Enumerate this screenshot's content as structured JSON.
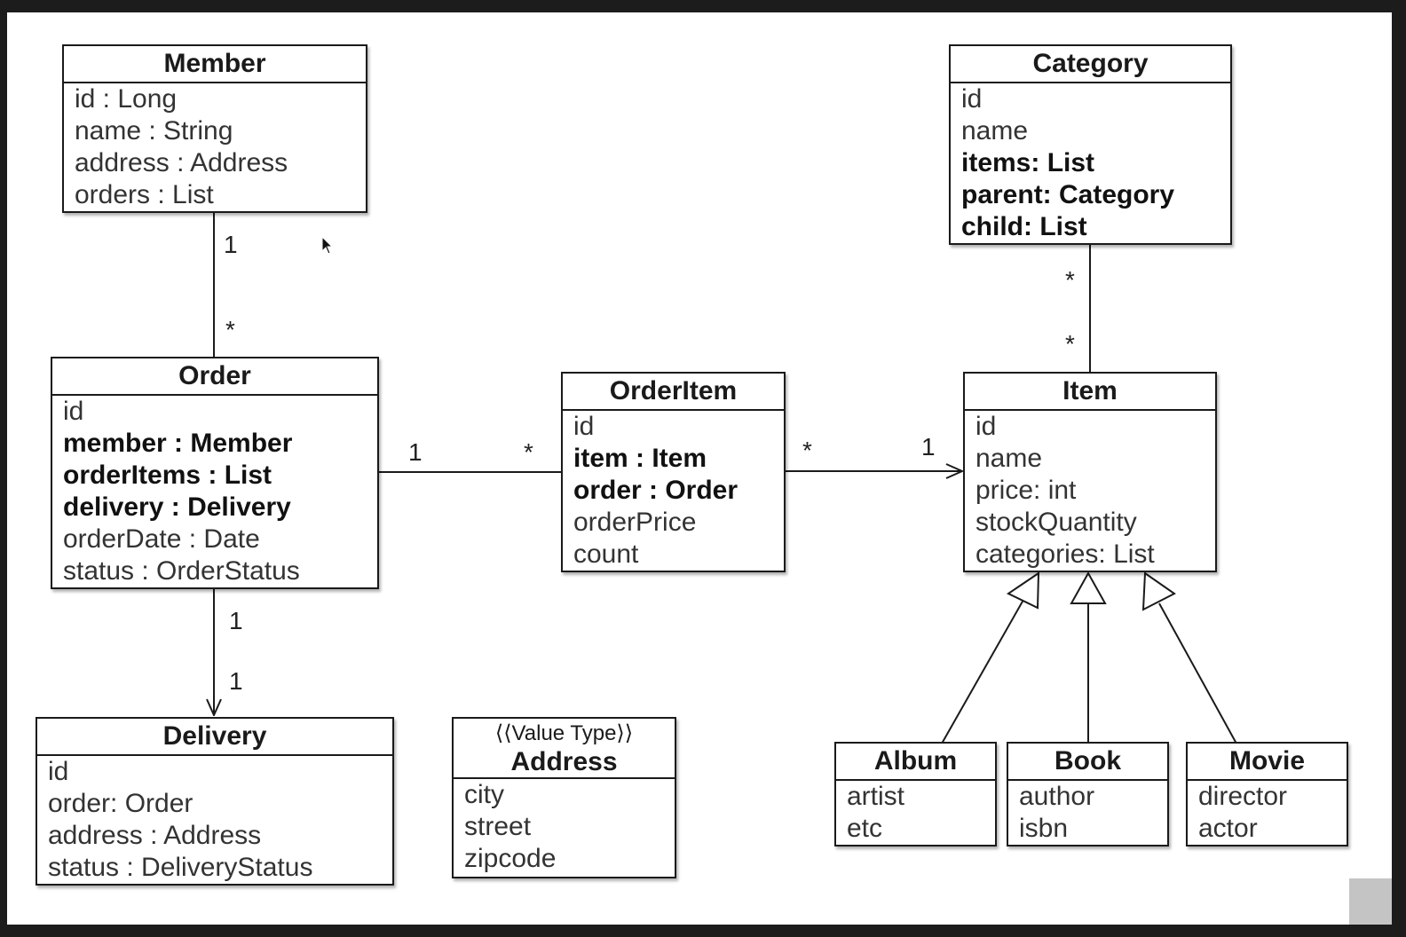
{
  "classes": {
    "member": {
      "name": "Member",
      "attrs": [
        {
          "text": "id : Long",
          "bold": false
        },
        {
          "text": "name : String",
          "bold": false
        },
        {
          "text": "address : Address",
          "bold": false
        },
        {
          "text": "orders : List",
          "bold": false
        }
      ]
    },
    "order": {
      "name": "Order",
      "attrs": [
        {
          "text": "id",
          "bold": false
        },
        {
          "text": "member : Member",
          "bold": true
        },
        {
          "text": "orderItems : List",
          "bold": true
        },
        {
          "text": "delivery : Delivery",
          "bold": true
        },
        {
          "text": "orderDate : Date",
          "bold": false
        },
        {
          "text": "status : OrderStatus",
          "bold": false
        }
      ]
    },
    "delivery": {
      "name": "Delivery",
      "attrs": [
        {
          "text": "id",
          "bold": false
        },
        {
          "text": "order: Order",
          "bold": false
        },
        {
          "text": "address : Address",
          "bold": false
        },
        {
          "text": "status : DeliveryStatus",
          "bold": false
        }
      ]
    },
    "address": {
      "stereotype": "⟨⟨Value Type⟩⟩",
      "name": "Address",
      "attrs": [
        {
          "text": "city",
          "bold": false
        },
        {
          "text": "street",
          "bold": false
        },
        {
          "text": "zipcode",
          "bold": false
        }
      ]
    },
    "orderitem": {
      "name": "OrderItem",
      "attrs": [
        {
          "text": "id",
          "bold": false
        },
        {
          "text": "item : Item",
          "bold": true
        },
        {
          "text": "order : Order",
          "bold": true
        },
        {
          "text": "orderPrice",
          "bold": false
        },
        {
          "text": "count",
          "bold": false
        }
      ]
    },
    "category": {
      "name": "Category",
      "attrs": [
        {
          "text": "id",
          "bold": false
        },
        {
          "text": "name",
          "bold": false
        },
        {
          "text": "items: List",
          "bold": true
        },
        {
          "text": "parent: Category",
          "bold": true
        },
        {
          "text": "child: List",
          "bold": true
        }
      ]
    },
    "item": {
      "name": "Item",
      "attrs": [
        {
          "text": "id",
          "bold": false
        },
        {
          "text": "name",
          "bold": false
        },
        {
          "text": "price: int",
          "bold": false
        },
        {
          "text": "stockQuantity",
          "bold": false
        },
        {
          "text": "categories: List",
          "bold": false
        }
      ]
    },
    "album": {
      "name": "Album",
      "attrs": [
        {
          "text": "artist",
          "bold": false
        },
        {
          "text": "etc",
          "bold": false
        }
      ]
    },
    "book": {
      "name": "Book",
      "attrs": [
        {
          "text": "author",
          "bold": false
        },
        {
          "text": "isbn",
          "bold": false
        }
      ]
    },
    "movie": {
      "name": "Movie",
      "attrs": [
        {
          "text": "director",
          "bold": false
        },
        {
          "text": "actor",
          "bold": false
        }
      ]
    }
  },
  "multiplicities": {
    "member_order_member": "1",
    "member_order_order": "*",
    "order_orderitem_order": "1",
    "order_orderitem_orderitem": "*",
    "orderitem_item_orderitem": "*",
    "orderitem_item_item": "1",
    "order_delivery_order": "1",
    "order_delivery_delivery": "1",
    "category_item_category": "*",
    "category_item_item": "*"
  },
  "colors": {
    "line": "#1a1a1a",
    "background": "#ffffff",
    "frame": "#1c1c1c"
  }
}
